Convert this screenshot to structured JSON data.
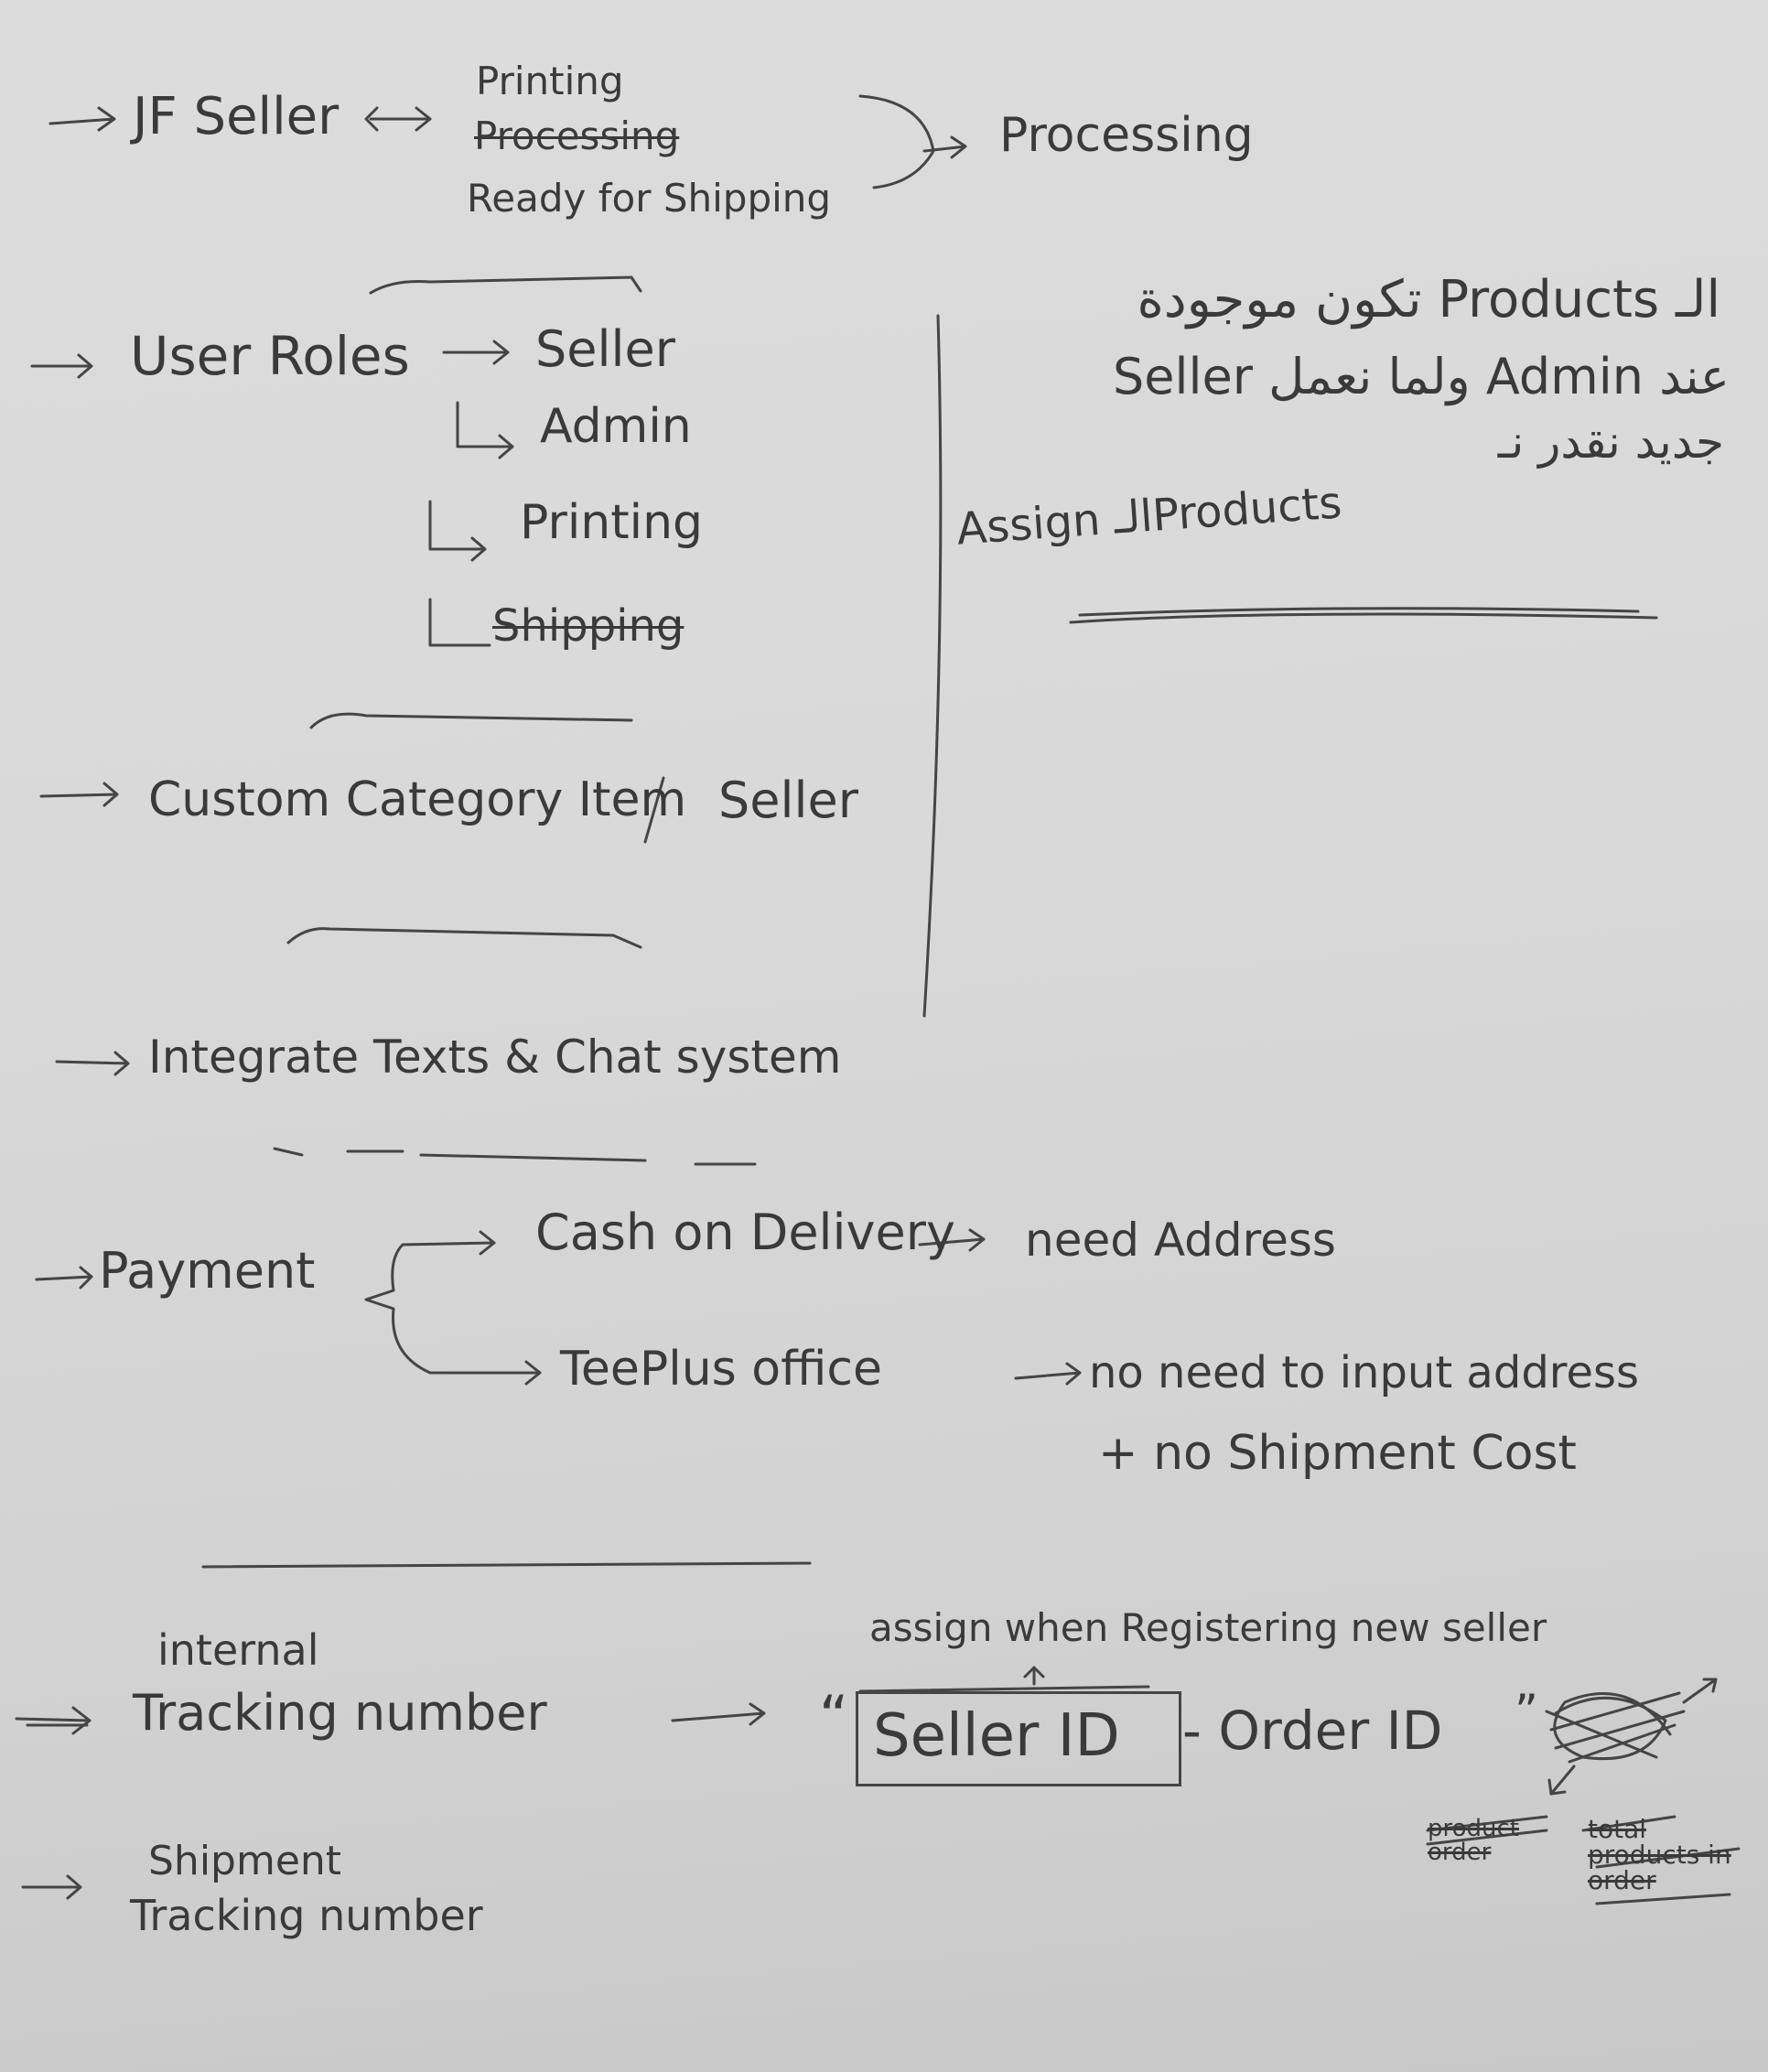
{
  "jf": {
    "title": "JF Seller",
    "statuses": [
      "Printing",
      "Processing",
      "Ready for Shipping"
    ],
    "result": "Processing"
  },
  "roles": {
    "title": "User Roles",
    "items": [
      "Seller",
      "Admin",
      "Printing",
      "Shipping"
    ]
  },
  "custom": {
    "text": "Custom Category Item",
    "suffix": "Seller"
  },
  "note": {
    "line1": "الـ Products تكون موجودة",
    "line2": "عند Admin ولما نعمل Seller",
    "line3": "جديد نقدر نـ",
    "line4": "Assign الـProducts"
  },
  "integrate": {
    "text": "Integrate Texts & Chat system"
  },
  "payment": {
    "title": "Payment",
    "option1": "Cash on Delivery",
    "option1_result": "need Address",
    "option2": "TeePlus office",
    "option2_result": "no need to input address",
    "option2_extra": "+ no Shipment Cost"
  },
  "tracking": {
    "internal_label": "internal",
    "title": "Tracking number",
    "assign_note": "assign when Registering new seller",
    "seller_id": "Seller ID",
    "order_id": "- Order ID",
    "crossed_note_1": "product order",
    "crossed_note_2": "total products in order"
  },
  "shipment": {
    "line1": "Shipment",
    "line2": "Tracking number"
  }
}
